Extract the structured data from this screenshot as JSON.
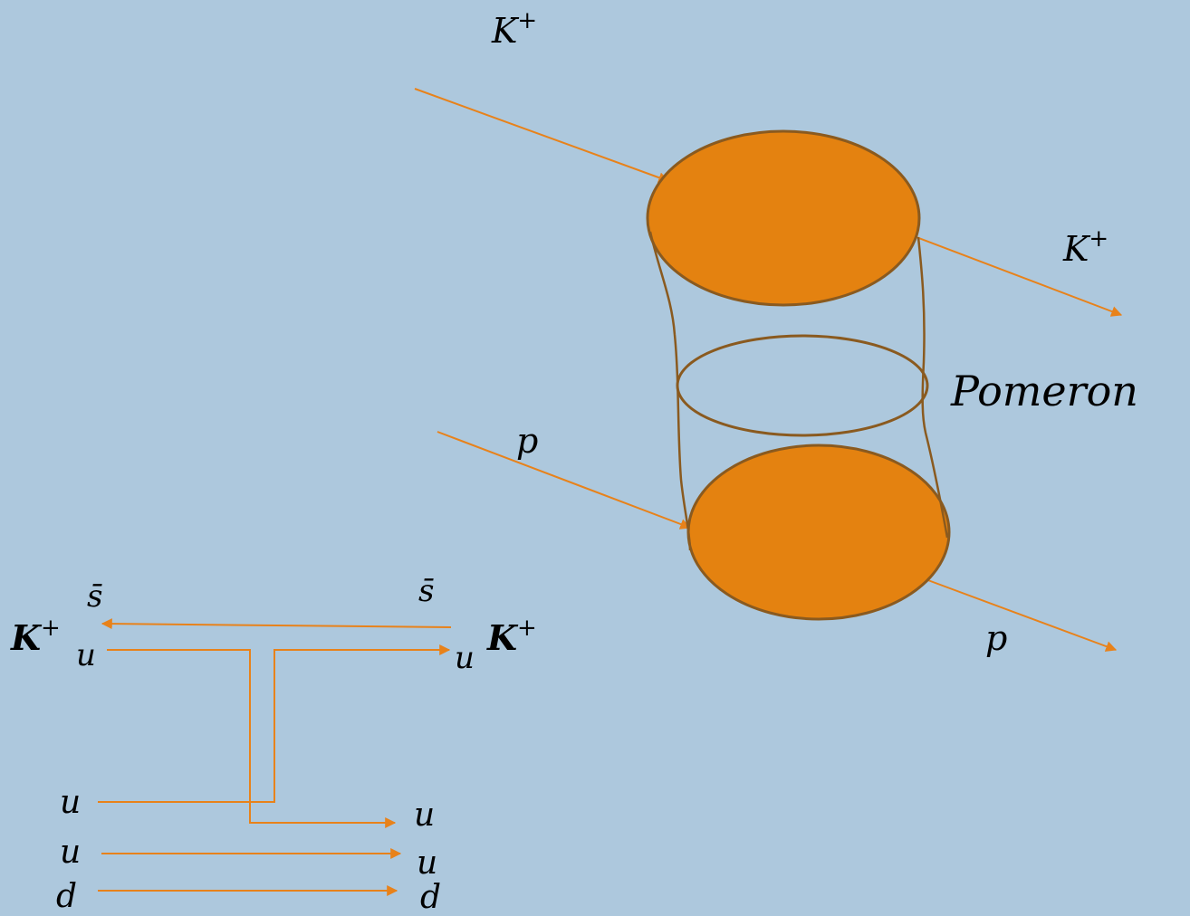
{
  "colors": {
    "background": "#adc8dd",
    "line": "#e8821a",
    "blob_fill": "#e48210",
    "blob_stroke": "#8a5a1f"
  },
  "pomeron_diagram": {
    "kaon_in": {
      "symbol": "K",
      "sup": "+"
    },
    "kaon_out": {
      "symbol": "K",
      "sup": "+"
    },
    "proton_in": "p",
    "proton_out": "p",
    "exchange_label": "Pomeron"
  },
  "quark_diagram": {
    "kaon_left": {
      "symbol": "K",
      "sup": "+"
    },
    "kaon_right": {
      "symbol": "K",
      "sup": "+"
    },
    "sbar_left": "s̄",
    "sbar_right": "s̄",
    "u_kaon_left": "u",
    "u_kaon_right": "u",
    "proton_in_quarks": [
      "u",
      "u",
      "d"
    ],
    "proton_out_quarks": [
      "u",
      "u",
      "d"
    ]
  }
}
